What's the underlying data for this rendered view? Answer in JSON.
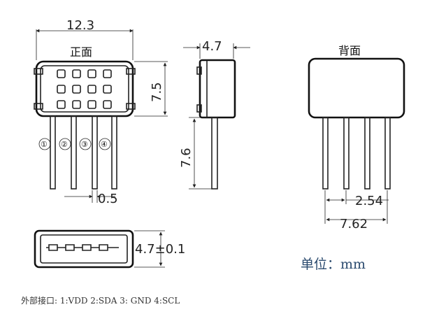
{
  "front_view": {
    "title": "正面",
    "width_dim": "12.3",
    "height_dim": "7.5",
    "pins": [
      "①",
      "②",
      "③",
      "④"
    ],
    "pin_width_dim": "0.5"
  },
  "side_view": {
    "width_dim": "4.7",
    "lead_dim": "7.6"
  },
  "back_view": {
    "title": "背面",
    "pitch_dim": "2.54",
    "span_dim": "7.62"
  },
  "bottom_view": {
    "thickness_dim": "4.7±0.1"
  },
  "unit_label": "单位：mm",
  "footer_text": "外部接口: 1:VDD 2:SDA 3: GND 4:SCL"
}
